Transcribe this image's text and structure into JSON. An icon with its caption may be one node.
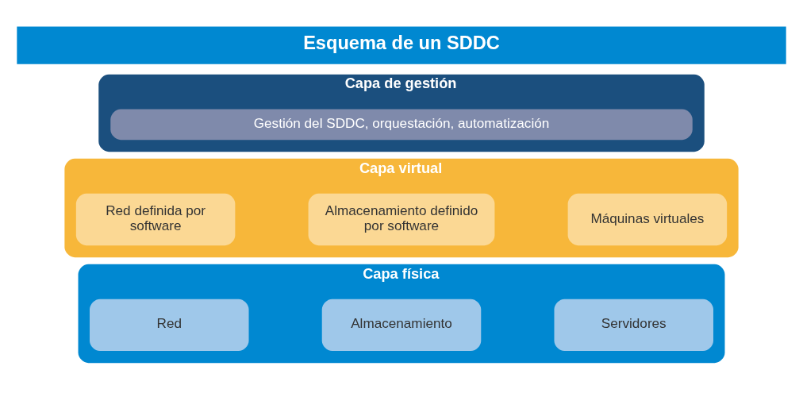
{
  "diagram": {
    "title": "Esquema de un SDDC",
    "nodes": [
      {
        "text": [
          "Capa de gestión"
        ]
      },
      {
        "text": [
          "Gestión del SDDC, orquestación, automatización"
        ],
        "in": 0
      },
      {
        "text": [
          "Capa virtual"
        ]
      },
      {
        "text": [
          "Máquinas virtuales"
        ],
        "in": 2
      },
      {
        "text": [
          "Almacenamiento definido por software"
        ],
        "in": 2
      },
      {
        "text": [
          "Red definida por software"
        ],
        "in": 2
      },
      {
        "text": [
          "Capa física"
        ]
      },
      {
        "text": [
          "Servidores"
        ],
        "in": 6
      },
      {
        "text": [
          "Almacenamiento"
        ],
        "in": 6
      },
      {
        "text": [
          "Red"
        ],
        "in": 6
      }
    ],
    "edges": []
  }
}
